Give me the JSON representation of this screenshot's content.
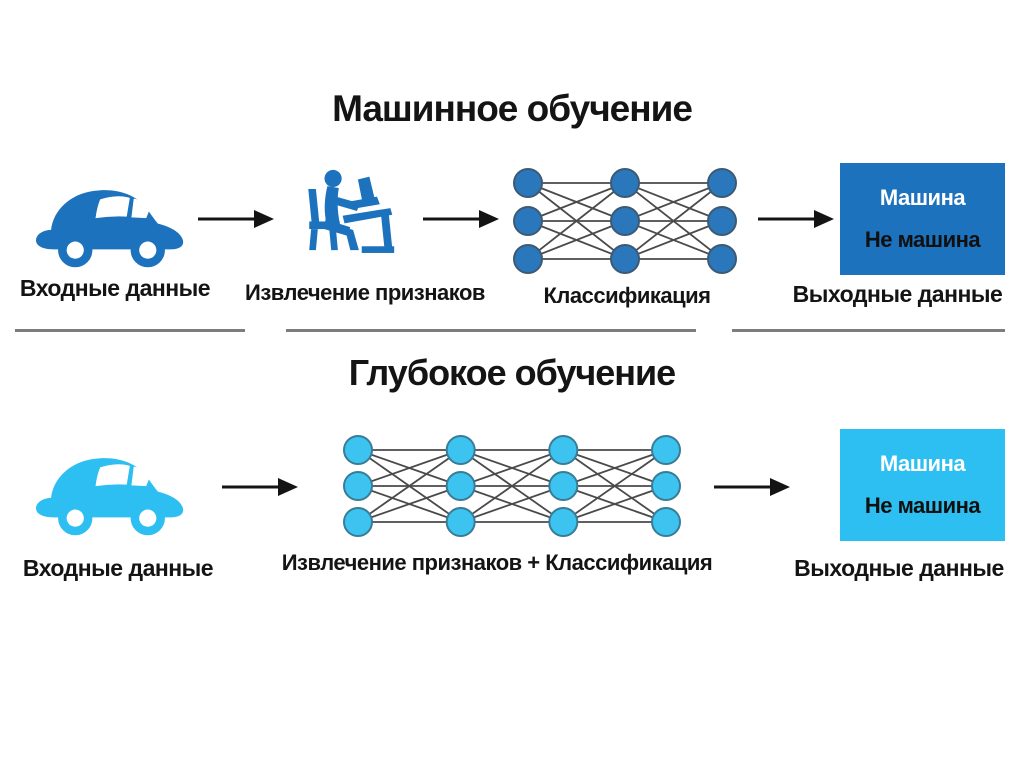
{
  "colors": {
    "dark_blue": "#1d72bd",
    "light_blue": "#2ebff2",
    "arrow": "#141414",
    "divider": "#7d7d7d",
    "text": "#141414"
  },
  "ml_section": {
    "title": "Машинное обучение",
    "input": {
      "label": "Входные данные",
      "icon": "car-icon"
    },
    "feature_extraction": {
      "label": "Извлечение признаков",
      "icon": "person-at-computer-icon"
    },
    "classification": {
      "label": "Классификация",
      "icon": "neural-network-icon"
    },
    "output": {
      "label": "Выходные данные",
      "box_lines": [
        "Машина",
        "Не машина"
      ]
    }
  },
  "dl_section": {
    "title": "Глубокое обучение",
    "input": {
      "label": "Входные данные",
      "icon": "car-icon"
    },
    "network_label": "Извлечение признаков + Классификация",
    "output": {
      "label": "Выходные данные",
      "box_lines": [
        "Машина",
        "Не машина"
      ]
    }
  },
  "networks": [
    {
      "name": "ml-network",
      "columns": 3,
      "rows": 3,
      "node_fill": "#2b77bb",
      "node_stroke": "#3d5a74",
      "line_color": "#4a4a4a"
    },
    {
      "name": "dl-network",
      "columns": 4,
      "rows": 3,
      "node_fill": "#3cc3f0",
      "node_stroke": "#3a7c96",
      "line_color": "#4a4a4a"
    }
  ]
}
